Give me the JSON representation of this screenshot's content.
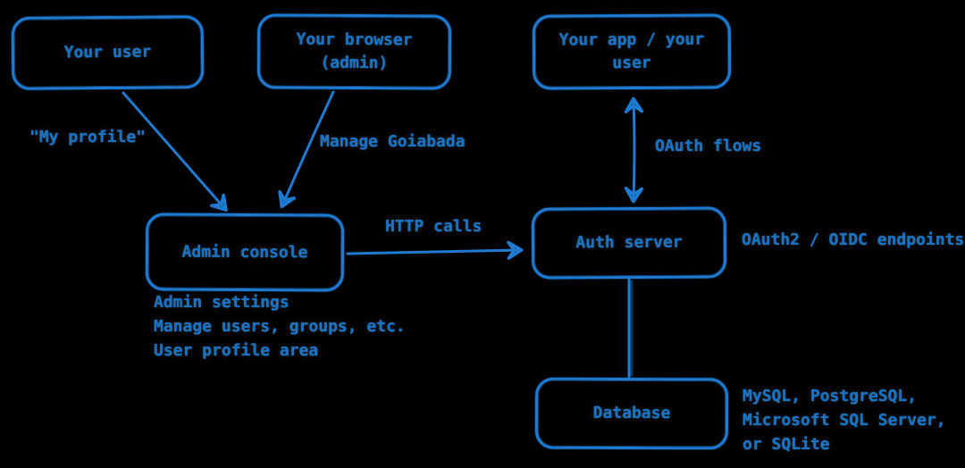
{
  "nodes": {
    "your_user": {
      "label": "Your user"
    },
    "your_browser": {
      "label": "Your browser (admin)"
    },
    "your_app": {
      "label": "Your app / your user"
    },
    "admin_console": {
      "label": "Admin console"
    },
    "auth_server": {
      "label": "Auth server"
    },
    "database": {
      "label": "Database"
    }
  },
  "edge_labels": {
    "my_profile": "\"My profile\"",
    "manage_goiabada": "Manage Goiabada",
    "oauth_flows": "OAuth flows",
    "http_calls": "HTTP calls"
  },
  "annotations": {
    "auth_server_side": "OAuth2 / OIDC endpoints",
    "admin_console_note": [
      "Admin settings",
      "Manage users, groups, etc.",
      "User profile area"
    ],
    "database_note": [
      "MySQL, PostgreSQL,",
      "Microsoft SQL Server,",
      "or SQLite"
    ]
  },
  "colors": {
    "stroke": "#1f7ad1",
    "text": "#1a72c4",
    "background": "#000000"
  }
}
